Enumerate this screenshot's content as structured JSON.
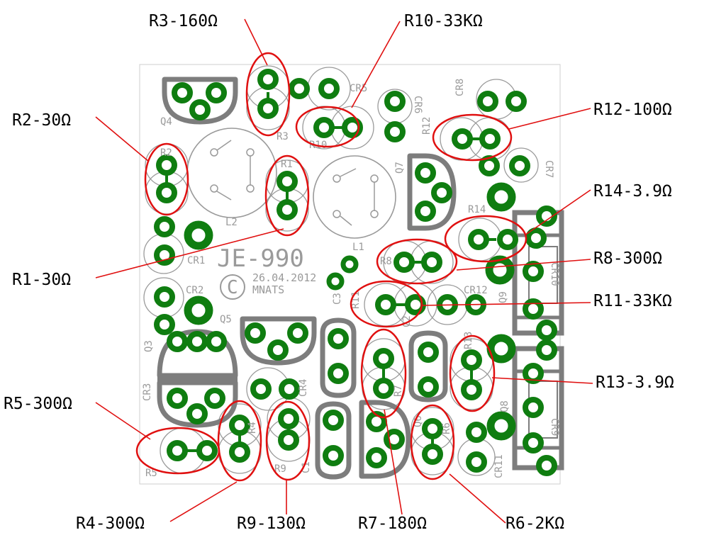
{
  "board": {
    "title": "JE-990",
    "date": "26.04.2012",
    "author": "MNATS",
    "copyright_symbol": "C",
    "colors": {
      "pad": "#0f7d10",
      "silk": "#9a9a9a",
      "highlight": "#e01010",
      "body": "#7d7d7d"
    }
  },
  "silk_labels": [
    "Q4",
    "R2",
    "R3",
    "R10",
    "CR5",
    "CR6",
    "CR8",
    "R12",
    "R1",
    "L2",
    "Q7",
    "CR7",
    "L1",
    "R14",
    "CR1",
    "R8",
    "CR10",
    "CR2",
    "Q9",
    "R11",
    "CR12",
    "C3",
    "C2",
    "Q5",
    "Q3",
    "R13",
    "R7",
    "CR3",
    "CR4",
    "Q8",
    "CR9",
    "R4",
    "R9",
    "C1",
    "Q6",
    "R6",
    "R5",
    "CR11"
  ],
  "callouts": [
    {
      "id": "r3",
      "text": "R3-160Ω"
    },
    {
      "id": "r10",
      "text": "R10-33KΩ"
    },
    {
      "id": "r2",
      "text": "R2-30Ω"
    },
    {
      "id": "r12",
      "text": "R12-100Ω"
    },
    {
      "id": "r14",
      "text": "R14-3.9Ω"
    },
    {
      "id": "r8",
      "text": "R8-300Ω"
    },
    {
      "id": "r1",
      "text": "R1-30Ω"
    },
    {
      "id": "r11",
      "text": "R11-33KΩ"
    },
    {
      "id": "r13",
      "text": "R13-3.9Ω"
    },
    {
      "id": "r5",
      "text": "R5-300Ω"
    },
    {
      "id": "r4",
      "text": "R4-300Ω"
    },
    {
      "id": "r9",
      "text": "R9-130Ω"
    },
    {
      "id": "r7",
      "text": "R7-180Ω"
    },
    {
      "id": "r6",
      "text": "R6-2KΩ"
    }
  ]
}
